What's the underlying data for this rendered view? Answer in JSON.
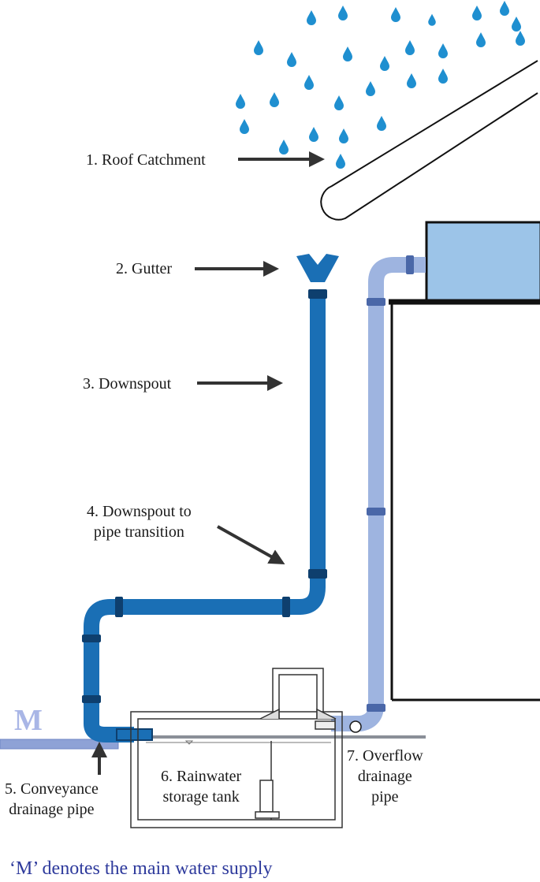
{
  "labels": {
    "roof": "1. Roof Catchment",
    "gutter": "2. Gutter",
    "downspout": "3. Downspout",
    "transition_line1": "4. Downspout to",
    "transition_line2": "pipe transition",
    "conveyance_line1": "5. Conveyance",
    "conveyance_line2": "drainage pipe",
    "tank_line1": "6. Rainwater",
    "tank_line2": "storage tank",
    "overflow_line1": "7. Overflow",
    "overflow_line2": "drainage",
    "overflow_line3": "pipe"
  },
  "main_supply_letter": "M",
  "footnote": "‘M’ denotes the main water supply",
  "colors": {
    "rain": "#1f8fd0",
    "downspout": "#1a6fb5",
    "overflow_pipe": "#9eb4e0",
    "tank_fill": "#9cc4e8",
    "arrow": "#333333",
    "footnote": "#2e3a9c"
  }
}
